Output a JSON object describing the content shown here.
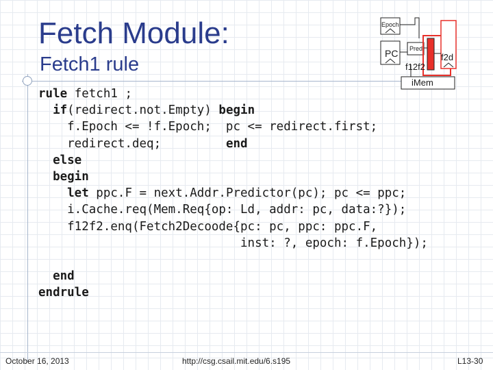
{
  "slide": {
    "title": "Fetch Module:",
    "subtitle": "Fetch1 rule"
  },
  "diagram": {
    "epoch_label": "Epoch",
    "pc_label": "PC",
    "pred_label": "Pred",
    "f2d_label": "f2d",
    "f12f2_label": "f12f2",
    "imem_label": "iMem",
    "colors": {
      "highlight": "#e8302a",
      "box": "#ffffff",
      "stroke": "#222222"
    }
  },
  "code": {
    "lines": [
      {
        "kw": "rule",
        "rest": " fetch1 ;"
      },
      {
        "kw": "  if",
        "rest": "(redirect.not.Empty) ",
        "kw2": "begin"
      },
      {
        "kw": "",
        "rest": "    f.Epoch <= !f.Epoch;  pc <= redirect.first;"
      },
      {
        "kw": "",
        "rest": "    redirect.deq;         ",
        "kw2": "end"
      },
      {
        "kw": "  else",
        "rest": ""
      },
      {
        "kw": "  begin",
        "rest": ""
      },
      {
        "kw": "    let",
        "rest": " ppc.F = next.Addr.Predictor(pc); pc <= ppc;"
      },
      {
        "kw": "",
        "rest": "    i.Cache.req(Mem.Req{op: Ld, addr: pc, data:?});"
      },
      {
        "kw": "",
        "rest": "    f12f2.enq(Fetch2Decoode{pc: pc, ppc: ppc.F,"
      },
      {
        "kw": "",
        "rest": "                            inst: ?, epoch: f.Epoch});"
      },
      {
        "kw": "",
        "rest": ""
      },
      {
        "kw": "  end",
        "rest": ""
      },
      {
        "kw": "endrule",
        "rest": ""
      }
    ]
  },
  "footer": {
    "date": "October 16, 2013",
    "url": "http://csg.csail.mit.edu/6.s195",
    "page": "L13-30"
  }
}
